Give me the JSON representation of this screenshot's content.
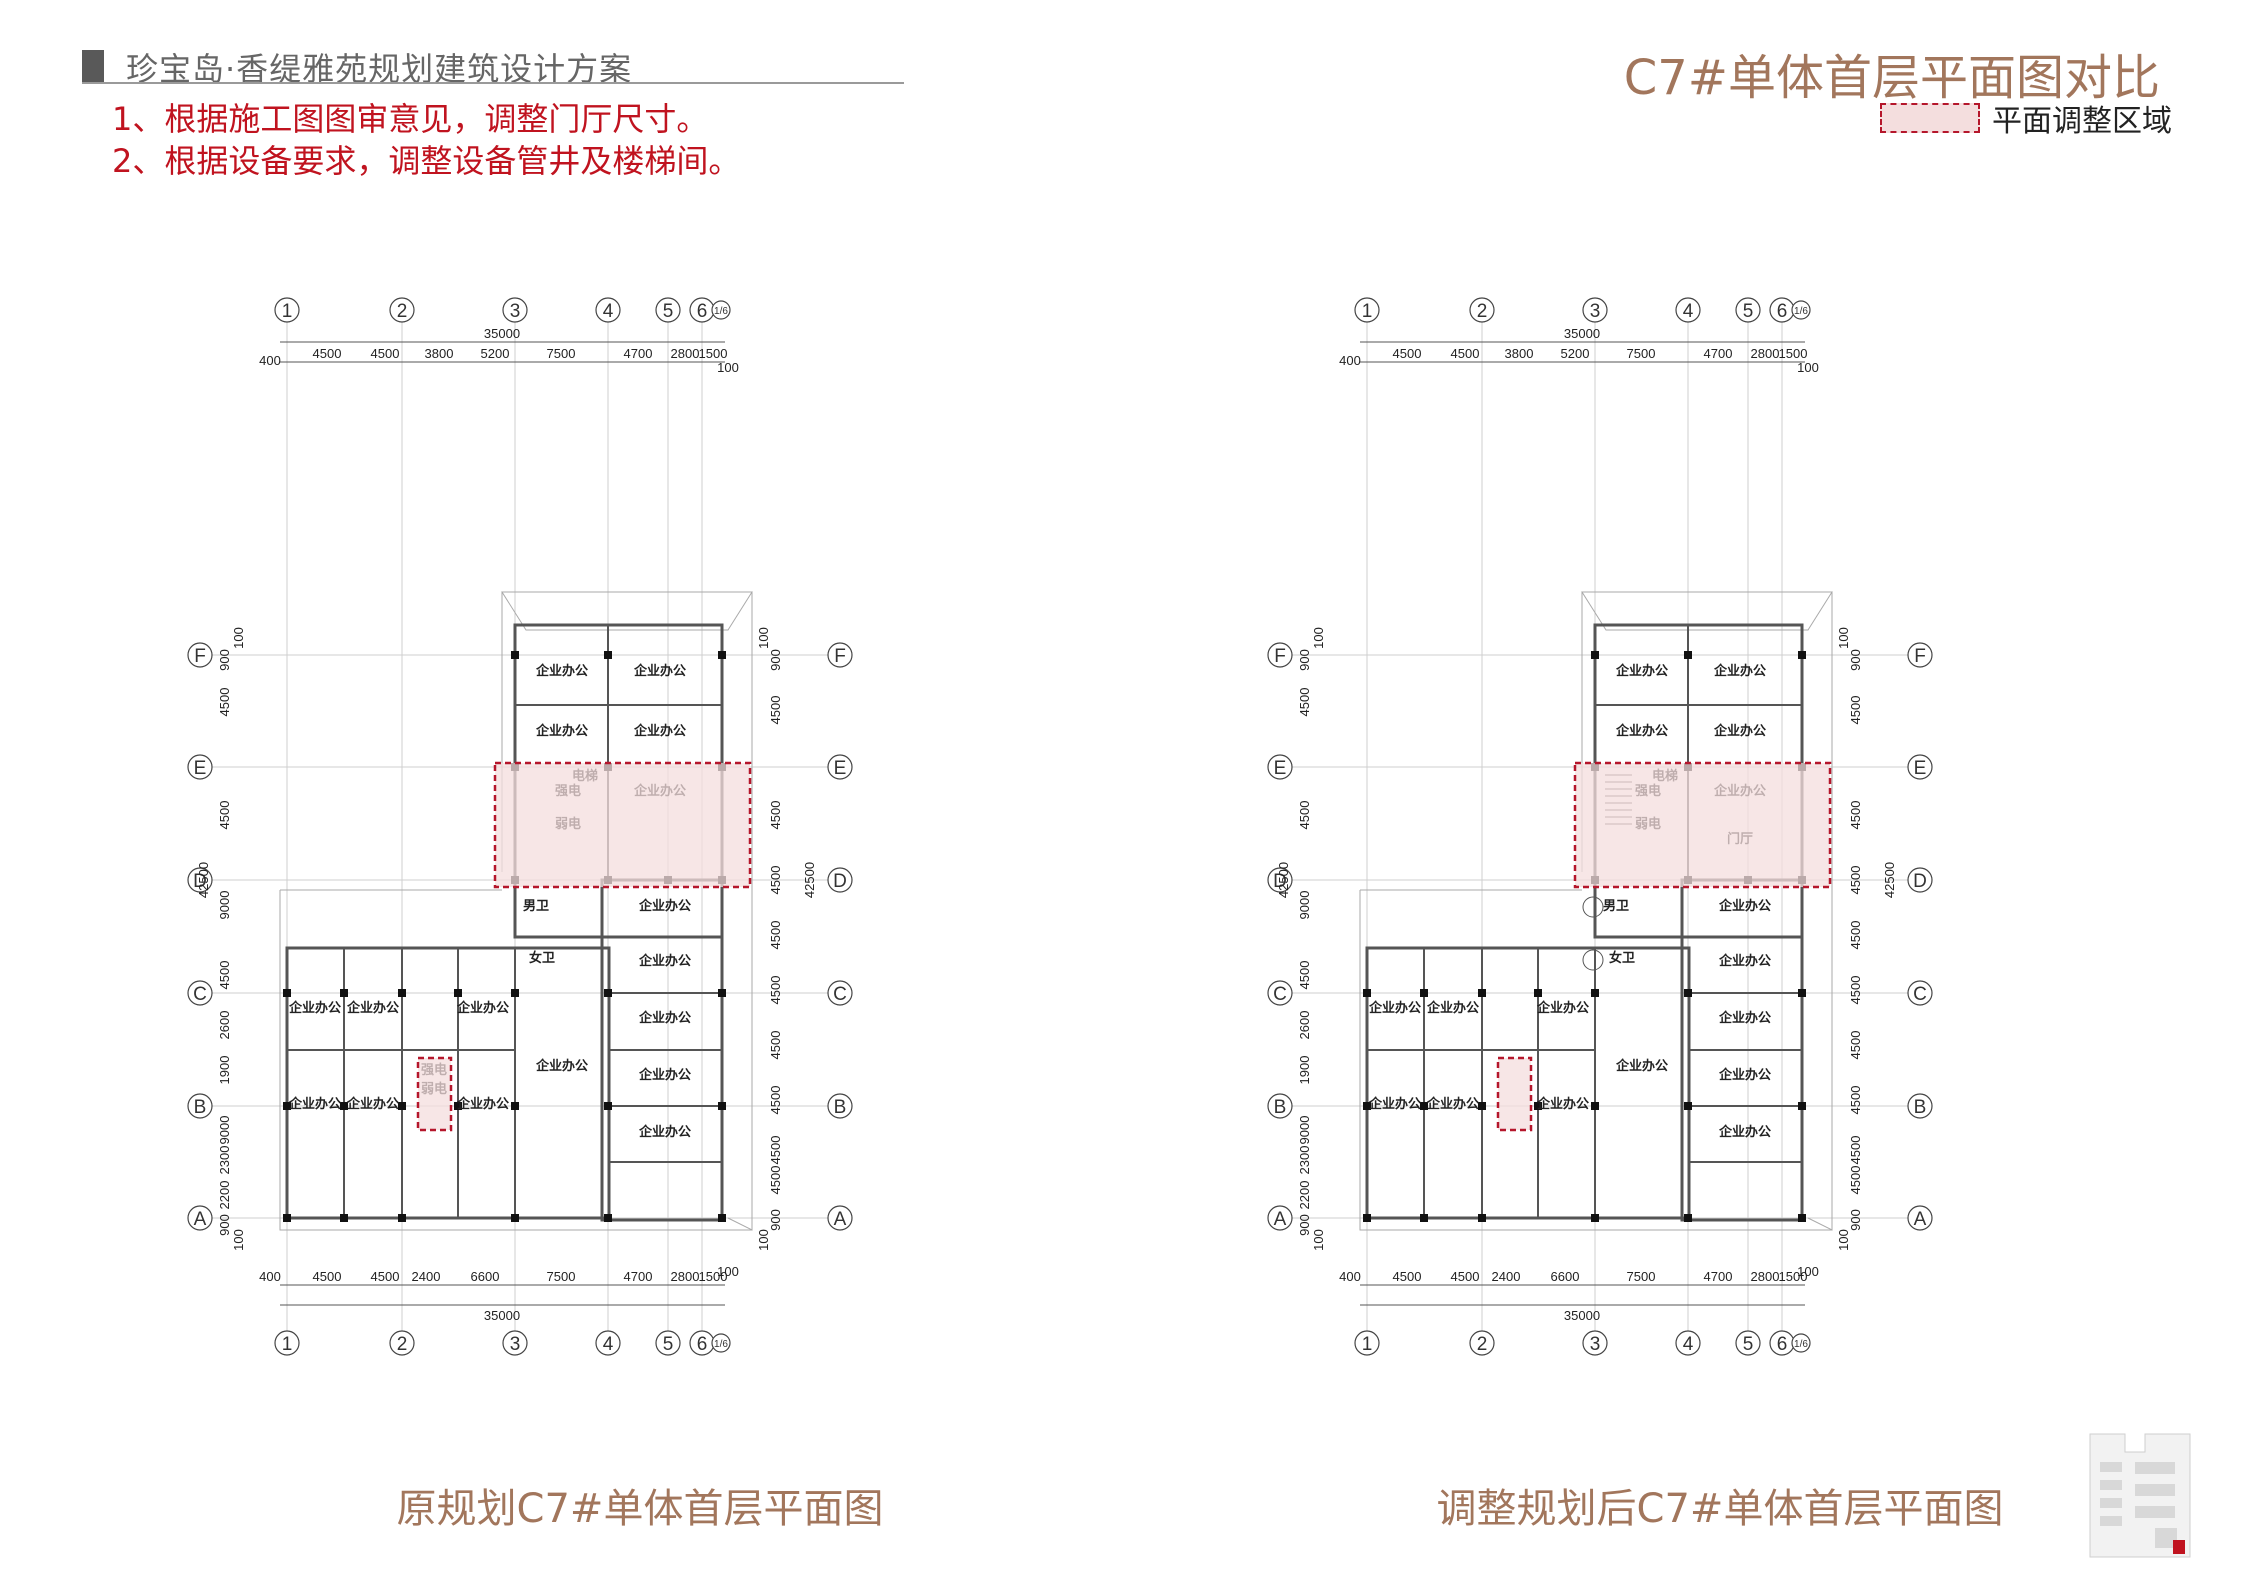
{
  "header": {
    "project_title": "珍宝岛·香缇雅苑规划建筑设计方案",
    "page_title": "C7#单体首层平面图对比",
    "legend_label": "平面调整区域"
  },
  "notes": [
    "1、根据施工图图审意见，调整门厅尺寸。",
    "2、根据设备要求，调整设备管井及楼梯间。"
  ],
  "labels": {
    "office": "企业办公",
    "elevator": "电梯",
    "strong_power": "强电",
    "weak_power": "弱电",
    "mens_wc": "男卫",
    "womens_wc": "女卫",
    "lobby": "门厅"
  },
  "axes": {
    "columns": [
      "1",
      "2",
      "3",
      "4",
      "5",
      "6",
      "1/6"
    ],
    "rows": [
      "A",
      "B",
      "C",
      "D",
      "E",
      "F"
    ]
  },
  "dimensions": {
    "total_width": "35000",
    "total_depth": "42500",
    "top_spans": [
      "400",
      "4500",
      "4500",
      "3800",
      "5200",
      "7500",
      "4700",
      "2800",
      "1500",
      "100"
    ],
    "bottom_spans": [
      "400",
      "4500",
      "4500",
      "2400",
      "6600",
      "7500",
      "4700",
      "2800",
      "1500",
      "100"
    ],
    "left_spans": [
      "100",
      "900",
      "4500",
      "4500",
      "9000",
      "4500",
      "2600",
      "1900",
      "9000",
      "2300",
      "2200",
      "900",
      "100"
    ],
    "right_spans": [
      "100",
      "900",
      "4500",
      "4500",
      "4500",
      "4500",
      "4500",
      "4500",
      "4500",
      "4500",
      "4500",
      "900",
      "100"
    ]
  },
  "plans": [
    {
      "caption": "原规划C7#单体首层平面图"
    },
    {
      "caption": "调整规划后C7#单体首层平面图"
    }
  ],
  "colors": {
    "title_brown": "#a2765c",
    "note_red": "#c0131f",
    "highlight_fill": "#f4dede",
    "highlight_border": "#b5162b"
  }
}
